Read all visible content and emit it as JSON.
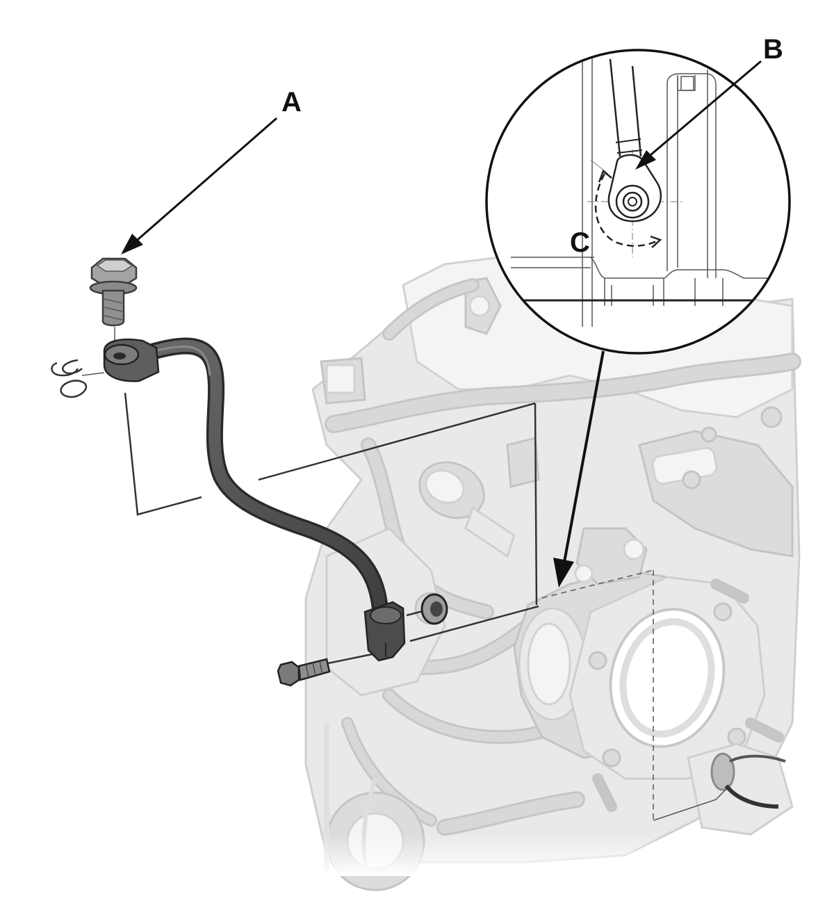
{
  "callouts": {
    "a": "A",
    "b": "B",
    "c": "C"
  },
  "colors": {
    "line": "#111111",
    "engine": "#e6e6e6",
    "hose": "#555555",
    "background": "#ffffff"
  }
}
